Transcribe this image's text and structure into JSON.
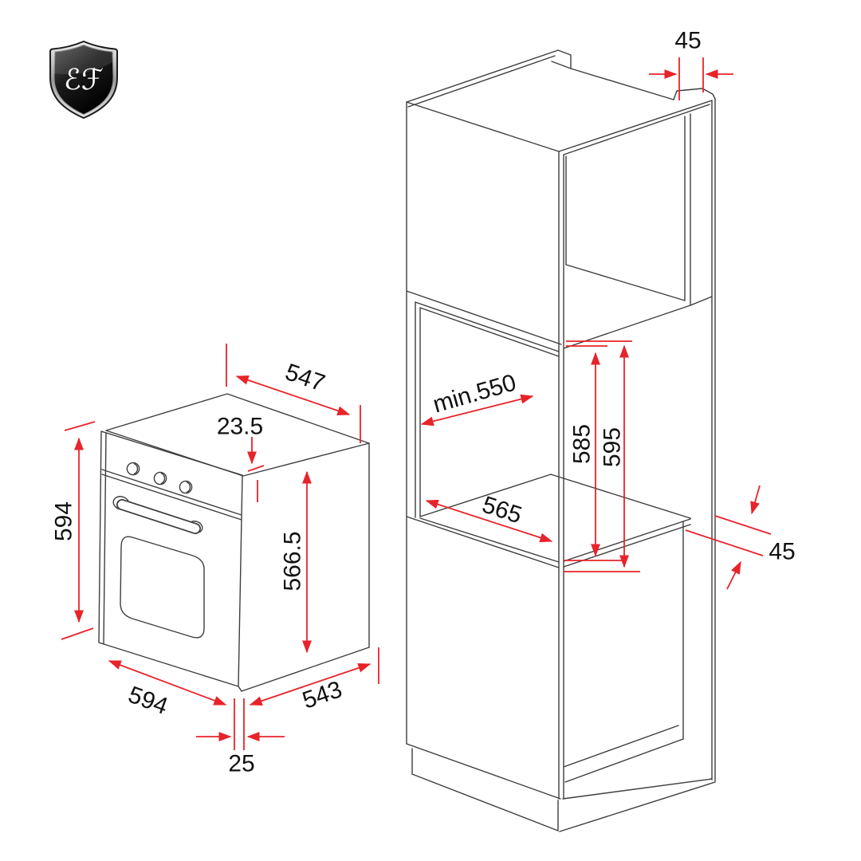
{
  "logo": {
    "monogram": "ℰℱ"
  },
  "colors": {
    "dimension_red": "#e8232a",
    "drawing_line": "#3d3d3d",
    "background": "#ffffff"
  },
  "oven_view": {
    "top_depth": "547",
    "front_frame_offset": "23.5",
    "total_height": "594",
    "case_height": "566.5",
    "total_width": "594",
    "case_depth": "543",
    "bottom_clearance": "25"
  },
  "cabinet_view": {
    "top_panel_thickness": "45",
    "niche_min_depth": "min.550",
    "niche_width": "565",
    "niche_inner_height": "585",
    "niche_outer_height": "595",
    "side_panel_thickness": "45"
  }
}
